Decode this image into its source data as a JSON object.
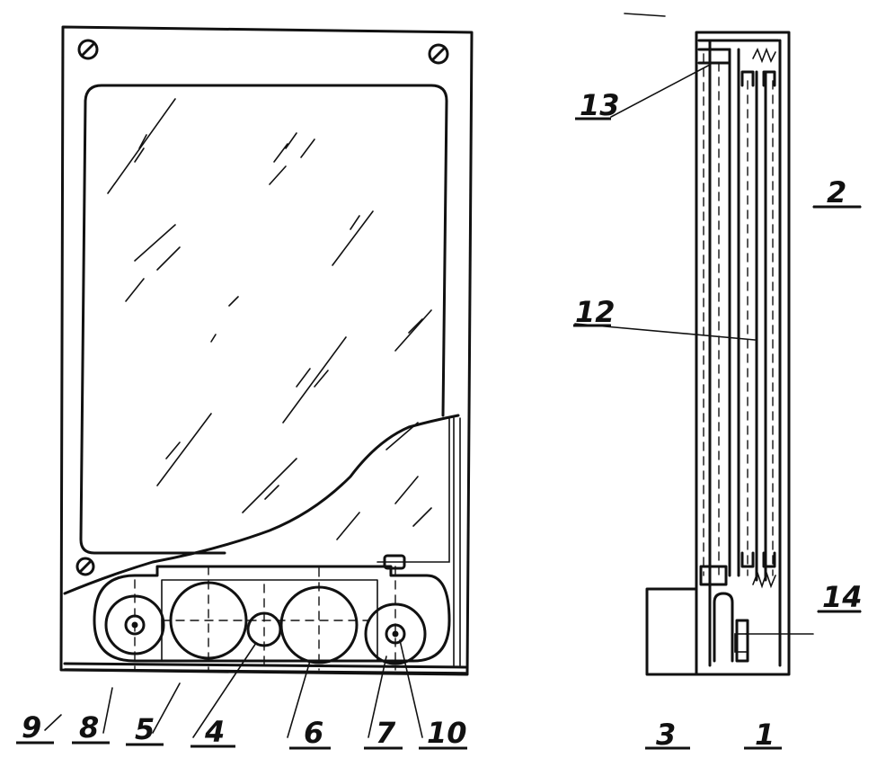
{
  "front_view": {
    "callouts": [
      {
        "id": "9",
        "text": "9"
      },
      {
        "id": "8",
        "text": "8"
      },
      {
        "id": "5",
        "text": "5"
      },
      {
        "id": "4",
        "text": "4"
      },
      {
        "id": "6",
        "text": "6"
      },
      {
        "id": "7",
        "text": "7"
      },
      {
        "id": "10",
        "text": "10"
      }
    ]
  },
  "side_view": {
    "callouts": [
      {
        "id": "13",
        "text": "13"
      },
      {
        "id": "2",
        "text": "2"
      },
      {
        "id": "12",
        "text": "12"
      },
      {
        "id": "14",
        "text": "14"
      },
      {
        "id": "3",
        "text": "3"
      },
      {
        "id": "1",
        "text": "1"
      }
    ]
  }
}
